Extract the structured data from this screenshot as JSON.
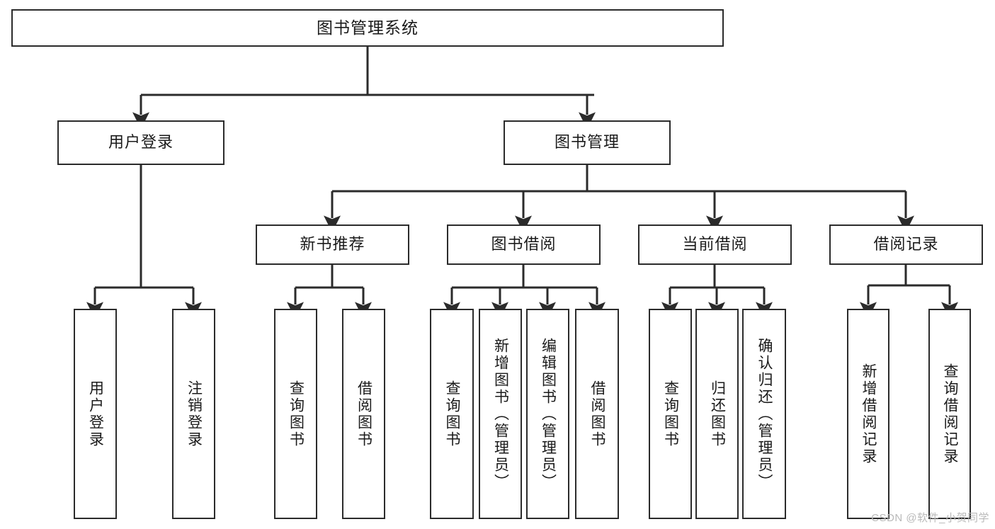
{
  "diagram": {
    "title": "图书管理系统",
    "type": "tree",
    "watermark": "CSDN @软件_小贺同学",
    "colors": {
      "box_border": "#2b2b2b",
      "box_fill": "#ffffff",
      "connector": "#2b2b2b",
      "text": "#1a1a1a",
      "watermark": "#b9b9b9"
    },
    "nodes": {
      "root": {
        "label": "图书管理系统",
        "level": 0,
        "orientation": "horizontal"
      },
      "l1": [
        {
          "id": "user-login",
          "label": "用户登录",
          "orientation": "horizontal"
        },
        {
          "id": "book-manage",
          "label": "图书管理",
          "orientation": "horizontal"
        }
      ],
      "l2": [
        {
          "id": "new-book-rec",
          "label": "新书推荐",
          "orientation": "horizontal",
          "parent": "book-manage"
        },
        {
          "id": "book-borrow",
          "label": "图书借阅",
          "orientation": "horizontal",
          "parent": "book-manage"
        },
        {
          "id": "current-borrow",
          "label": "当前借阅",
          "orientation": "horizontal",
          "parent": "book-manage"
        },
        {
          "id": "borrow-record",
          "label": "借阅记录",
          "orientation": "horizontal",
          "parent": "book-manage"
        }
      ],
      "leaves": [
        {
          "id": "leaf-user-login",
          "label": "用户登录",
          "parent": "user-login",
          "orientation": "vertical"
        },
        {
          "id": "leaf-user-logout",
          "label": "注销登录",
          "parent": "user-login",
          "orientation": "vertical"
        },
        {
          "id": "leaf-query-book-rec",
          "label": "查询图书",
          "parent": "new-book-rec",
          "orientation": "vertical"
        },
        {
          "id": "leaf-borrow-book-rec",
          "label": "借阅图书",
          "parent": "new-book-rec",
          "orientation": "vertical"
        },
        {
          "id": "leaf-query-book-borrow",
          "label": "查询图书",
          "parent": "book-borrow",
          "orientation": "vertical"
        },
        {
          "id": "leaf-add-book",
          "label": "新增图书（管理员）",
          "parent": "book-borrow",
          "orientation": "vertical"
        },
        {
          "id": "leaf-edit-book",
          "label": "编辑图书（管理员）",
          "parent": "book-borrow",
          "orientation": "vertical"
        },
        {
          "id": "leaf-borrow-book",
          "label": "借阅图书",
          "parent": "book-borrow",
          "orientation": "vertical"
        },
        {
          "id": "leaf-query-book-current",
          "label": "查询图书",
          "parent": "current-borrow",
          "orientation": "vertical"
        },
        {
          "id": "leaf-return-book",
          "label": "归还图书",
          "parent": "current-borrow",
          "orientation": "vertical"
        },
        {
          "id": "leaf-confirm-return",
          "label": "确认归还（管理员）",
          "parent": "current-borrow",
          "orientation": "vertical"
        },
        {
          "id": "leaf-add-record",
          "label": "新增借阅记录",
          "parent": "borrow-record",
          "orientation": "vertical"
        },
        {
          "id": "leaf-query-record",
          "label": "查询借阅记录",
          "parent": "borrow-record",
          "orientation": "vertical"
        }
      ]
    }
  }
}
